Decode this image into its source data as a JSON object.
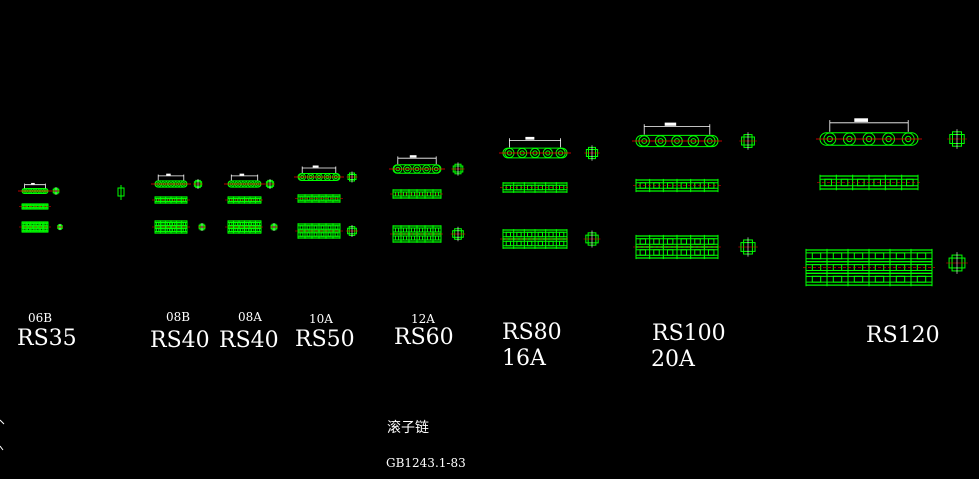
{
  "drawing": {
    "background": "#000000",
    "line_color": "#00ff00",
    "dim_color": "#ffffff",
    "center_color": "#ff0000",
    "title_cn": "滚子链",
    "standard": "GB1243.1-83"
  },
  "chains": [
    {
      "id": "rs35",
      "code": "06B",
      "name": "RS35",
      "name2": ""
    },
    {
      "id": "rs40b",
      "code": "08B",
      "name": "RS40",
      "name2": ""
    },
    {
      "id": "rs40a",
      "code": "08A",
      "name": "RS40",
      "name2": ""
    },
    {
      "id": "rs50",
      "code": "10A",
      "name": "RS50",
      "name2": ""
    },
    {
      "id": "rs60",
      "code": "12A",
      "name": "RS60",
      "name2": ""
    },
    {
      "id": "rs80",
      "code": "",
      "name": "RS80",
      "name2": "16A"
    },
    {
      "id": "rs100",
      "code": "",
      "name": "RS100",
      "name2": "20A"
    },
    {
      "id": "rs120",
      "code": "",
      "name": "RS120",
      "name2": ""
    }
  ]
}
